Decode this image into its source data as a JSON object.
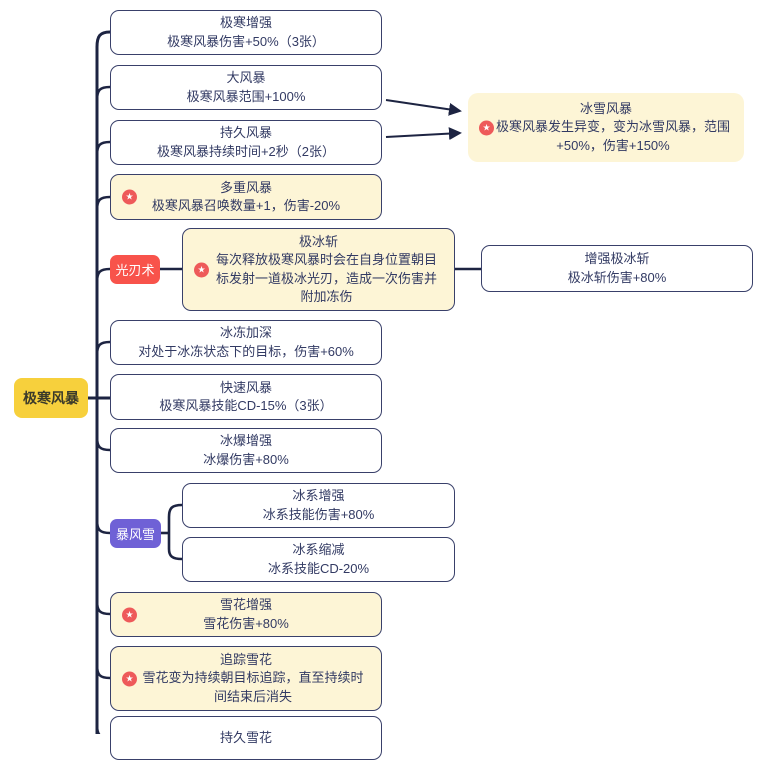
{
  "root": {
    "label": "极寒风暴"
  },
  "branches": {
    "light_blade": {
      "label": "光刃术"
    },
    "blizzard": {
      "label": "暴风雪"
    }
  },
  "column_cards": [
    {
      "title": "极寒增强",
      "desc": "极寒风暴伤害+50%（3张）",
      "starred": false
    },
    {
      "title": "大风暴",
      "desc": "极寒风暴范围+100%",
      "starred": false
    },
    {
      "title": "持久风暴",
      "desc": "极寒风暴持续时间+2秒（2张）",
      "starred": false
    },
    {
      "title": "多重风暴",
      "desc": "极寒风暴召唤数量+1，伤害-20%",
      "starred": true
    },
    {
      "title": "冰冻加深",
      "desc": "对处于冰冻状态下的目标，伤害+60%",
      "starred": false
    },
    {
      "title": "快速风暴",
      "desc": "极寒风暴技能CD-15%（3张）",
      "starred": false
    },
    {
      "title": "冰爆增强",
      "desc": "冰爆伤害+80%",
      "starred": false
    },
    {
      "title": "雪花增强",
      "desc": "雪花伤害+80%",
      "starred": true
    },
    {
      "title": "追踪雪花",
      "desc": "雪花变为持续朝目标追踪，直至持续时间结束后消失",
      "starred": true
    },
    {
      "title": "持久雪花",
      "desc": "",
      "starred": false
    }
  ],
  "sub_cards": {
    "ice_blade_slash": {
      "title": "极冰斩",
      "desc": "每次释放极寒风暴时会在自身位置朝目标发射一道极冰光刃，造成一次伤害并附加冻伤"
    },
    "ice_blade_slash_enhance": {
      "title": "增强极冰斩",
      "desc": "极冰斩伤害+80%"
    },
    "ice_type_enhance": {
      "title": "冰系增强",
      "desc": "冰系技能伤害+80%"
    },
    "ice_type_cd": {
      "title": "冰系缩减",
      "desc": "冰系技能CD-20%"
    },
    "snow_storm_mutation": {
      "title": "冰雪风暴",
      "desc": "极寒风暴发生异变，变为冰雪风暴，范围+50%，伤害+150%"
    }
  },
  "icons": {
    "star": "★"
  },
  "colors": {
    "line": "#1d2442",
    "card_border": "#39406a",
    "card_yellow": "#fdf5d6",
    "root_yellow": "#f7d03c",
    "branch_red": "#f8534b",
    "branch_purple": "#6f61d6",
    "star_red": "#ee5a5a",
    "text": "#323a63"
  }
}
